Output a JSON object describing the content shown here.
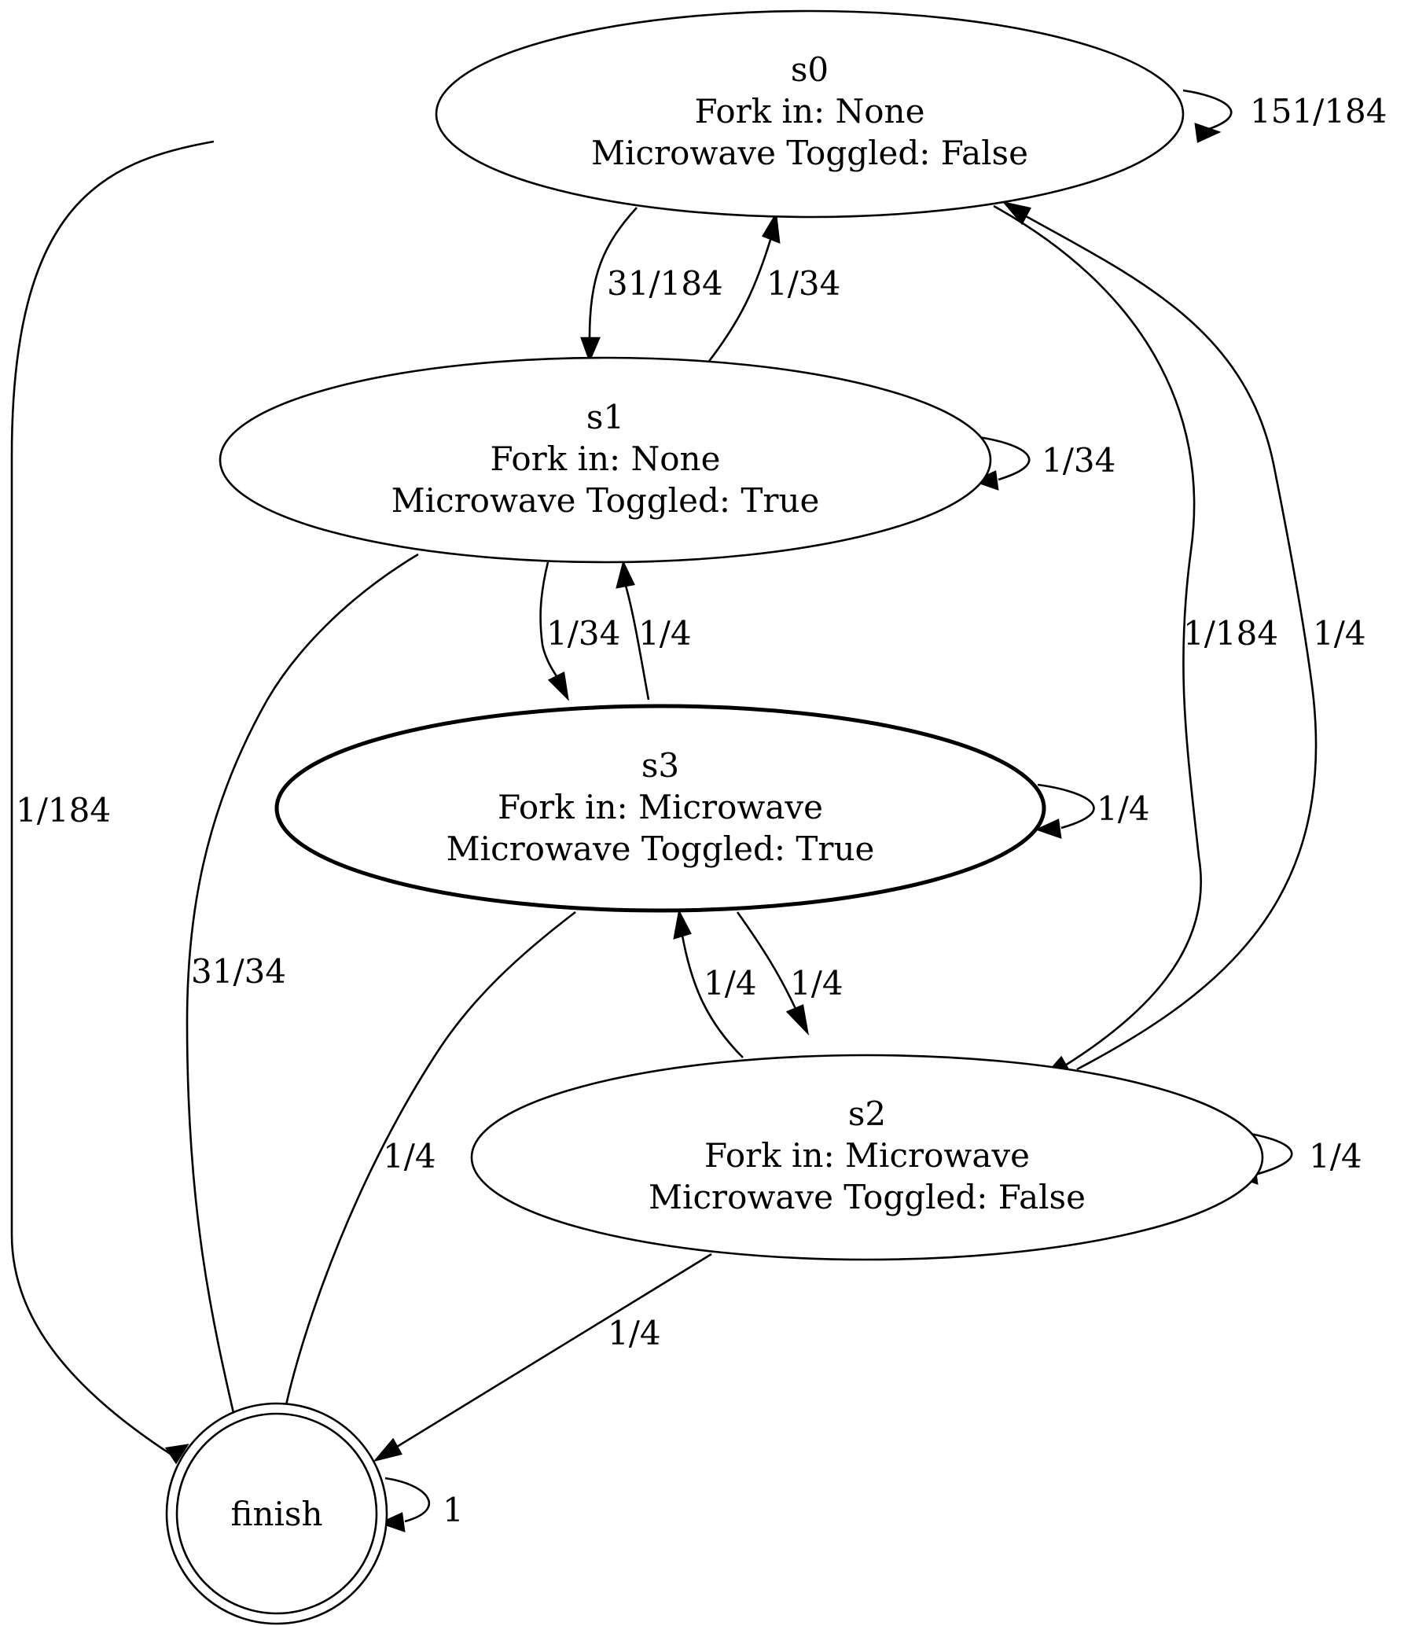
{
  "nodes": {
    "s0": {
      "lines": [
        "s0",
        "Fork in: None",
        "Microwave Toggled: False"
      ]
    },
    "s1": {
      "lines": [
        "s1",
        "Fork in: None",
        "Microwave Toggled: True"
      ]
    },
    "s3": {
      "lines": [
        "s3",
        "Fork in: Microwave",
        "Microwave Toggled: True"
      ],
      "fill": "#8b0000",
      "text_color": "#ffffff"
    },
    "s2": {
      "lines": [
        "s2",
        "Fork in: Microwave",
        "Microwave Toggled: False"
      ]
    },
    "finish": {
      "lines": [
        "finish"
      ],
      "fill": "#e5e5e5"
    }
  },
  "edges": [
    {
      "from": "s0",
      "to": "s0",
      "label": "151/184"
    },
    {
      "from": "s0",
      "to": "s1",
      "label": "31/184"
    },
    {
      "from": "s1",
      "to": "s0",
      "label": "1/34"
    },
    {
      "from": "s0",
      "to": "finish",
      "label": "1/184"
    },
    {
      "from": "s0",
      "to": "s2",
      "label": "1/184"
    },
    {
      "from": "s2",
      "to": "s0",
      "label": "1/4"
    },
    {
      "from": "s1",
      "to": "s1",
      "label": "1/34"
    },
    {
      "from": "s1",
      "to": "s3",
      "label": "1/34"
    },
    {
      "from": "s3",
      "to": "s1",
      "label": "1/4"
    },
    {
      "from": "s1",
      "to": "finish",
      "label": "31/34"
    },
    {
      "from": "s3",
      "to": "s3",
      "label": "1/4"
    },
    {
      "from": "s3",
      "to": "s2",
      "label": "1/4"
    },
    {
      "from": "s2",
      "to": "s3",
      "label": "1/4"
    },
    {
      "from": "s3",
      "to": "finish",
      "label": "1/4"
    },
    {
      "from": "s2",
      "to": "s2",
      "label": "1/4"
    },
    {
      "from": "s2",
      "to": "finish",
      "label": "1/4"
    },
    {
      "from": "finish",
      "to": "finish",
      "label": "1"
    }
  ]
}
